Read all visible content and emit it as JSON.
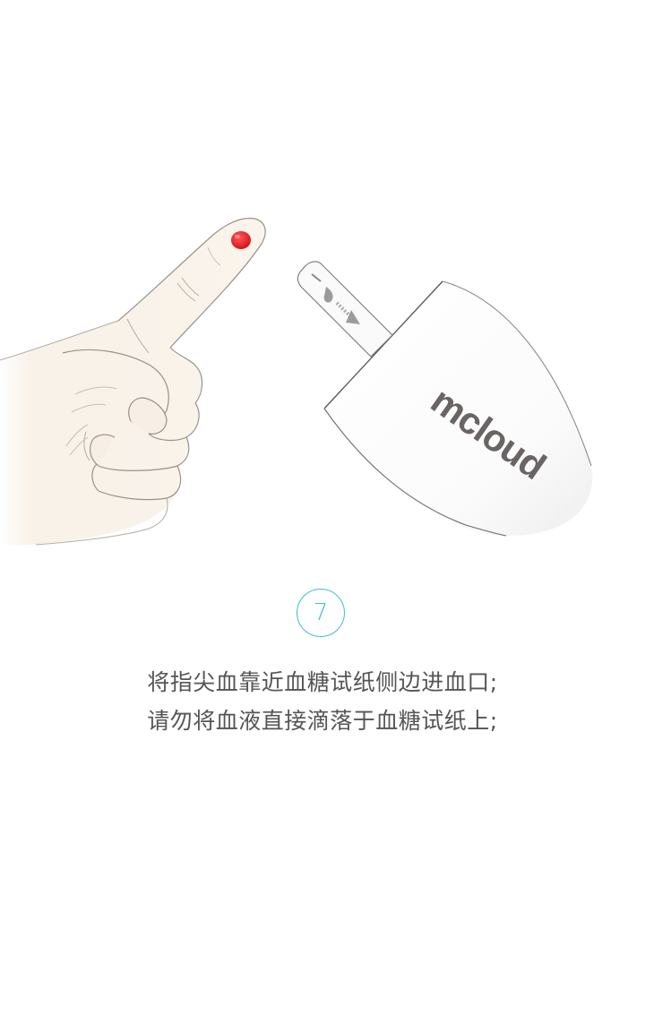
{
  "brand": {
    "logo_text": "mcloud",
    "logo_color": "#6b6464",
    "accent_color": "#3cc2c4",
    "blood_color": "#e8141c"
  },
  "step": {
    "number": "7"
  },
  "instructions": {
    "line1": "将指尖血靠近血糖试纸侧边进血口;",
    "line2": "请勿将血液直接滴落于血糖试纸上;"
  }
}
